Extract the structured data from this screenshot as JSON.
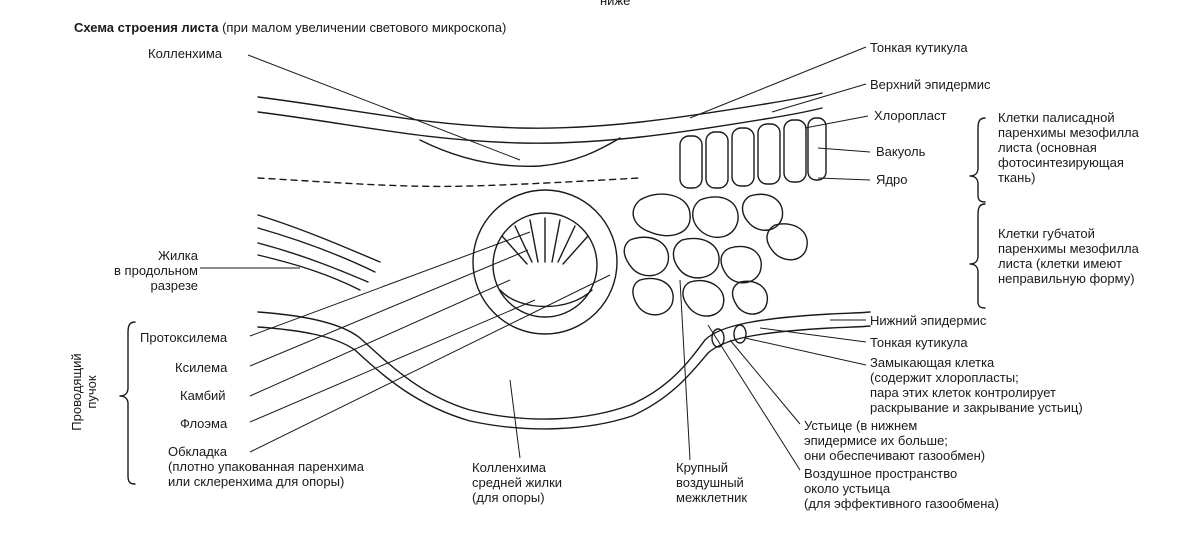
{
  "top_fragment": "ниже",
  "title": {
    "bold": "Схема строения листа",
    "rest": "(при малом увеличении светового микроскопа)"
  },
  "labels": {
    "collenchyma": "Колленхима",
    "vein": [
      "Жилка",
      "в продольном",
      "разрезе"
    ],
    "protoxylem": "Протоксилема",
    "xylem": "Ксилема",
    "cambium": "Камбий",
    "phloem": "Флоэма",
    "sheath": [
      "Обкладка",
      "(плотно упакованная паренхима",
      "или склеренхима для опоры)"
    ],
    "vascular_bundle": [
      "Проводящий",
      "пучок"
    ],
    "midrib_collenchyma": [
      "Колленхима",
      "средней жилки",
      "(для опоры)"
    ],
    "air_space": [
      "Крупный",
      "воздушный",
      "межклетник"
    ],
    "thin_cuticle_top": "Тонкая кутикула",
    "upper_epidermis": "Верхний эпидермис",
    "chloroplast": "Хлоропласт",
    "vacuole": "Вакуоль",
    "nucleus": "Ядро",
    "palisade": [
      "Клетки палисадной",
      "паренхимы мезофилла",
      "листа (основная",
      "фотосинтезирующая",
      "ткань)"
    ],
    "spongy": [
      "Клетки губчатой",
      "паренхимы мезофилла",
      "листа (клетки имеют",
      "неправильную форму)"
    ],
    "lower_epidermis": "Нижний эпидермис",
    "thin_cuticle_bottom": "Тонкая кутикула",
    "guard_cell": [
      "Замыкающая клетка",
      "(содержит хлоропласты;",
      "пара этих клеток контролирует",
      "раскрывание и закрывание устьиц)"
    ],
    "stoma": [
      "Устьице (в нижнем",
      "эпидермисе их больше;",
      "они обеспечивают газообмен)"
    ],
    "stomatal_air_space": [
      "Воздушное пространство",
      "около устьица",
      "(для эффективного газообмена)"
    ]
  },
  "colors": {
    "ink": "#1a1a1a",
    "background": "#ffffff"
  }
}
